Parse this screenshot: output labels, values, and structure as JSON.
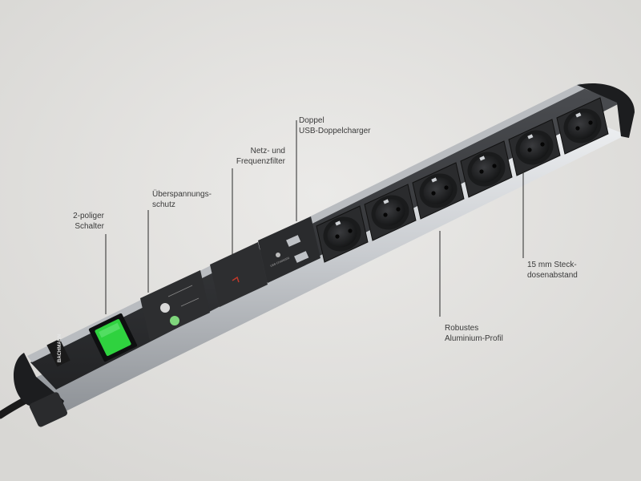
{
  "brand": {
    "logo_text": "BACHMANN"
  },
  "usb_panel": {
    "label": "USB CHARGER"
  },
  "callouts": [
    {
      "id": "switch",
      "lines": [
        "2-poliger",
        "Schalter"
      ]
    },
    {
      "id": "surge",
      "lines": [
        "Überspannungs-",
        "schutz"
      ]
    },
    {
      "id": "filter",
      "lines": [
        "Netz- und",
        "Frequenzfilter"
      ]
    },
    {
      "id": "usb",
      "lines": [
        "Doppel",
        "USB-Doppelcharger"
      ]
    },
    {
      "id": "profile",
      "lines": [
        "Robustes",
        "Aluminium-Profil"
      ]
    },
    {
      "id": "spacing",
      "lines": [
        "15 mm Steck-",
        "dosenabstand"
      ]
    }
  ],
  "colors": {
    "background": "#e4e3e1",
    "aluminium": "#c9ccd0",
    "housing": "#2b2c2e",
    "switch": "#2fd23f",
    "leader": "#2a2a2a"
  },
  "outlet_count": 6
}
